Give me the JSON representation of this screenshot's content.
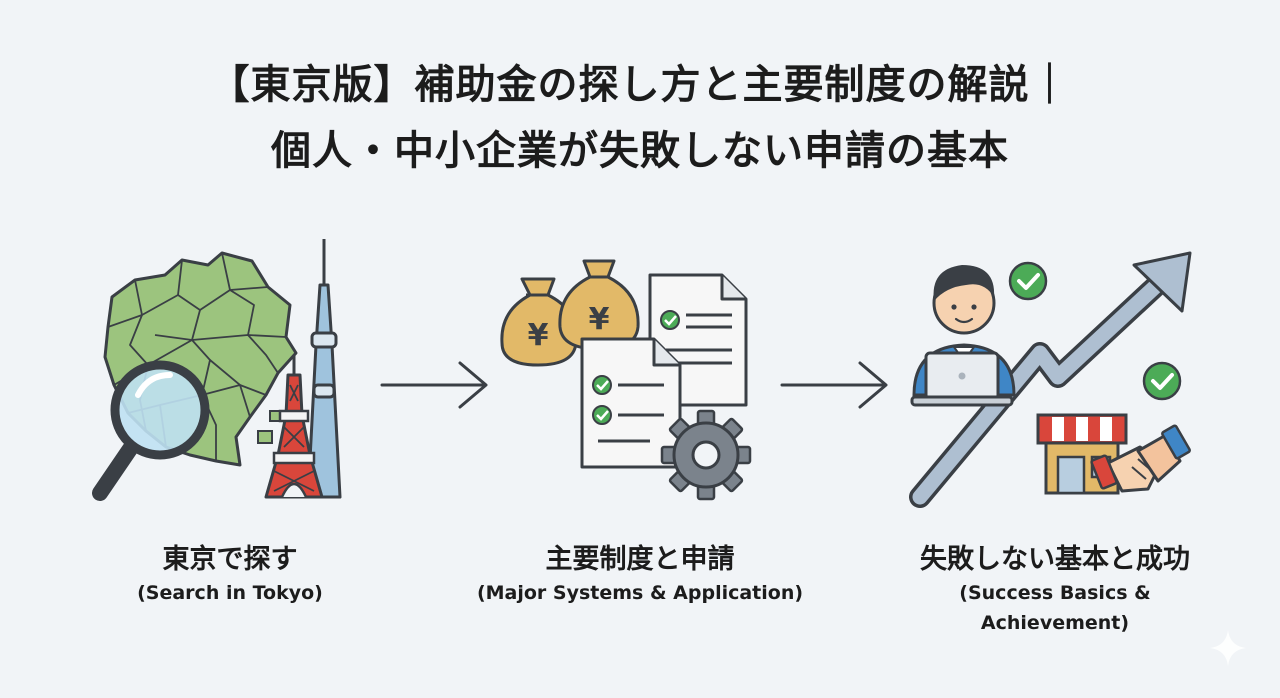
{
  "title": {
    "line1": "【東京版】補助金の探し方と主要制度の解説｜",
    "line2": "個人・中小企業が失敗しない申請の基本"
  },
  "steps": [
    {
      "jp": "東京で探す",
      "en": "(Search in Tokyo)"
    },
    {
      "jp": "主要制度と申請",
      "en": "(Major Systems & Application)"
    },
    {
      "jp": "失敗しない基本と成功",
      "en_line1": "(Success Basics &",
      "en_line2": "Achievement)"
    }
  ],
  "icons": {
    "step1": [
      "tokyo-map-icon",
      "magnifier-icon",
      "tokyo-tower-icon",
      "skytree-icon"
    ],
    "step2": [
      "yen-money-bag-icon",
      "checklist-document-icon",
      "gear-icon"
    ],
    "step3": [
      "person-laptop-icon",
      "check-circle-icon",
      "growth-arrow-icon",
      "shop-icon",
      "handshake-icon"
    ]
  },
  "yen_symbol": "¥",
  "colors": {
    "background": "#f1f4f7",
    "map_green": "#9cc47e",
    "gold": "#e2b968",
    "check_green": "#4cab57",
    "tower_red": "#d9463b",
    "skytree_blue": "#9fc3dd",
    "arrow_gray": "#aebfd1",
    "outline": "#3a3f45"
  }
}
